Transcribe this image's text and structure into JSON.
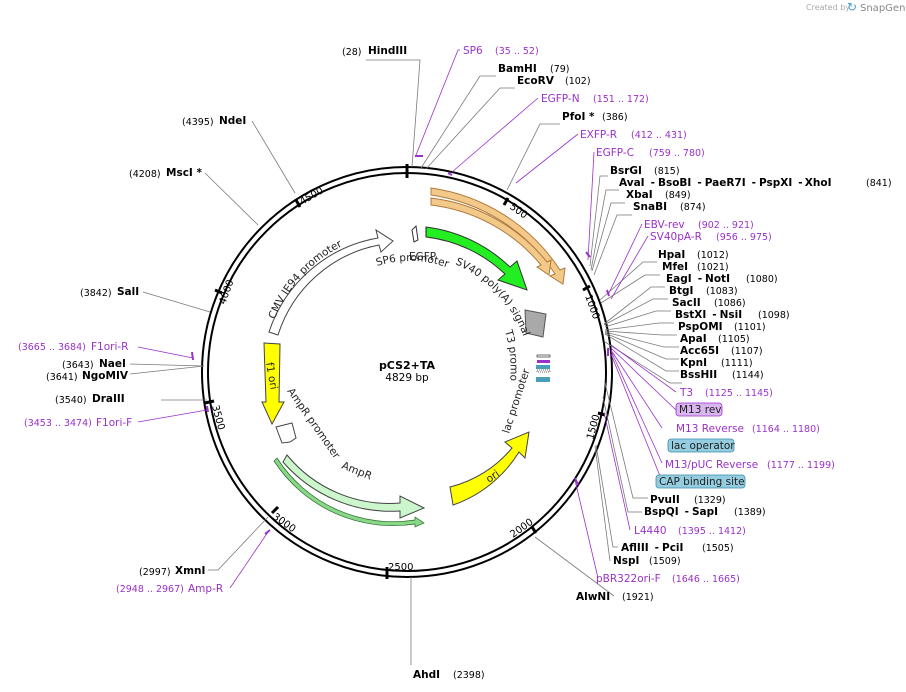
{
  "watermark": {
    "prefix": "Created by",
    "brand": "SnapGene"
  },
  "plasmid": {
    "name": "pCS2+TA",
    "size": "4829 bp"
  },
  "ticks": [
    "500",
    "1000",
    "1500",
    "2000",
    "2500",
    "3000",
    "3500",
    "4000",
    "4500"
  ],
  "enzymes": {
    "hindiii": {
      "name": "HindIII",
      "pos": "(28)"
    },
    "bamhi": {
      "name": "BamHI",
      "pos": "(79)"
    },
    "ecorv": {
      "name": "EcoRV",
      "pos": "(102)"
    },
    "pfoi": {
      "name": "PfoI *",
      "pos": "(386)"
    },
    "bsrgi": {
      "name": "BsrGI",
      "pos": "(815)"
    },
    "avai_group": {
      "n1": "AvaI",
      "n2": "BsoBI",
      "n3": "PaeR7I",
      "n4": "PspXI",
      "n5": "XhoI",
      "pos": "(841)"
    },
    "xbai": {
      "name": "XbaI",
      "pos": "(849)"
    },
    "snabi": {
      "name": "SnaBI",
      "pos": "(874)"
    },
    "hpai": {
      "name": "HpaI",
      "pos": "(1012)"
    },
    "mfei": {
      "name": "MfeI",
      "pos": "(1021)"
    },
    "eagi": {
      "n1": "EagI",
      "n2": "NotI",
      "pos": "(1080)"
    },
    "btgi": {
      "name": "BtgI",
      "pos": "(1083)"
    },
    "saci": {
      "name": "SacII",
      "pos": "(1086)"
    },
    "bstxi": {
      "n1": "BstXI",
      "n2": "NsiI",
      "pos": "(1098)"
    },
    "pspomi": {
      "name": "PspOMI",
      "pos": "(1101)"
    },
    "apai": {
      "name": "ApaI",
      "pos": "(1105)"
    },
    "acc65i": {
      "name": "Acc65I",
      "pos": "(1107)"
    },
    "kpni": {
      "name": "KpnI",
      "pos": "(1111)"
    },
    "bsshii": {
      "name": "BssHII",
      "pos": "(1144)"
    },
    "pvuii": {
      "name": "PvuII",
      "pos": "(1329)"
    },
    "bspqi": {
      "n1": "BspQI",
      "n2": "SapI",
      "pos": "(1389)"
    },
    "afliii": {
      "n1": "AflIII",
      "n2": "PciI",
      "pos": "(1505)"
    },
    "nspi": {
      "name": "NspI",
      "pos": "(1509)"
    },
    "alwni": {
      "name": "AlwNI",
      "pos": "(1921)"
    },
    "ahdi": {
      "name": "AhdI",
      "pos": "(2398)"
    },
    "xmni": {
      "name": "XmnI",
      "pos": "(2997)"
    },
    "draiii": {
      "name": "DraIII",
      "pos": "(3540)"
    },
    "naei": {
      "name": "NaeI",
      "pos": "(3643)"
    },
    "ngomiv": {
      "name": "NgoMIV",
      "pos": "(3641)"
    },
    "sali": {
      "name": "SalI",
      "pos": "(3842)"
    },
    "msci": {
      "name": "MscI *",
      "pos": "(4208)"
    },
    "ndei": {
      "name": "NdeI",
      "pos": "(4395)"
    }
  },
  "primers": {
    "sp6": {
      "name": "SP6",
      "range": "(35 .. 52)"
    },
    "egfp_n": {
      "name": "EGFP-N",
      "range": "(151 .. 172)"
    },
    "exfp_r": {
      "name": "EXFP-R",
      "range": "(412 .. 431)"
    },
    "egfp_c": {
      "name": "EGFP-C",
      "range": "(759 .. 780)"
    },
    "ebv_rev": {
      "name": "EBV-rev",
      "range": "(902 .. 921)"
    },
    "sv40pa_r": {
      "name": "SV40pA-R",
      "range": "(956 .. 975)"
    },
    "t3": {
      "name": "T3",
      "range": "(1125 .. 1145)"
    },
    "m13rev_box": {
      "name": "M13 rev"
    },
    "m13reverse": {
      "name": "M13 Reverse",
      "range": "(1164 .. 1180)"
    },
    "lac_operator_box": {
      "name": "lac operator"
    },
    "m13puc": {
      "name": "M13/pUC Reverse",
      "range": "(1177 .. 1199)"
    },
    "cap_box": {
      "name": "CAP binding site"
    },
    "l4440": {
      "name": "L4440",
      "range": "(1395 .. 1412)"
    },
    "pbr322": {
      "name": "pBR322ori-F",
      "range": "(1646 .. 1665)"
    },
    "amp_r": {
      "name": "Amp-R",
      "range": "(2948 .. 2967)"
    },
    "f1ori_f": {
      "name": "F1ori-F",
      "range": "(3453 .. 3474)"
    },
    "f1ori_r": {
      "name": "F1ori-R",
      "range": "(3665 .. 3684)"
    }
  },
  "features": {
    "cmv": "CMV IE94 promoter",
    "egfp": "EGFP",
    "sp6prom": "SP6 promoter",
    "sv40": "SV40 poly(A) signal",
    "t3prom": "T3 promoter",
    "lacprom": "lac promoter",
    "ori": "ori",
    "ampr": "AmpR",
    "amprprom": "AmpR promoter",
    "f1ori": "f1 ori"
  },
  "colors": {
    "primer": "#9a31c9",
    "egfp": "#22ee22",
    "yellow": "#ffff00",
    "ampr": "#ccf7cc",
    "orange": "#f3c98a"
  }
}
